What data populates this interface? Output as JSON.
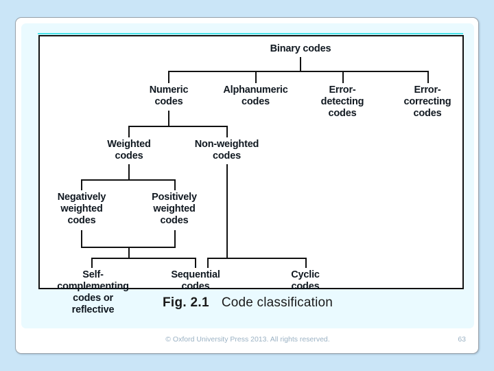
{
  "figure": {
    "caption_label": "Fig. 2.1",
    "caption_title": "Code classification",
    "nodes": {
      "root": "Binary codes",
      "numeric": "Numeric\ncodes",
      "alphanumeric": "Alphanumeric\ncodes",
      "error_detecting": "Error-\ndetecting\ncodes",
      "error_correcting": "Error-\ncorrecting\ncodes",
      "weighted": "Weighted\ncodes",
      "non_weighted": "Non-weighted\ncodes",
      "negatively_weighted": "Negatively\nweighted\ncodes",
      "positively_weighted": "Positively\nweighted\ncodes",
      "self_complementing": "Self-\ncomplementing\ncodes or\nreflective",
      "sequential": "Sequential\ncodes",
      "cyclic": "Cyclic\ncodes"
    }
  },
  "footer": {
    "copyright": "© Oxford University Press 2013. All rights reserved.",
    "page_number": "63"
  },
  "colors": {
    "background": "#cae5f7",
    "card": "#ffffff",
    "panel": "#eafaff",
    "accent": "#49e2e8",
    "line": "#111111",
    "footer_text": "#9bb2c4"
  }
}
